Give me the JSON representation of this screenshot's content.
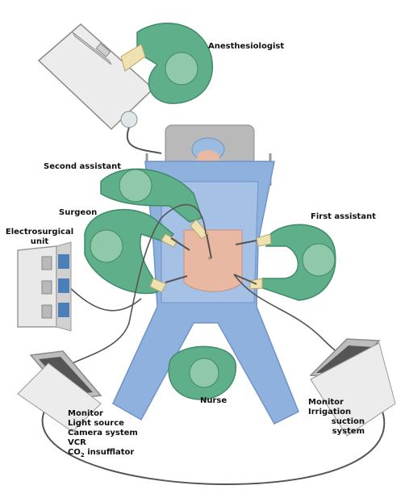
{
  "labels": {
    "anesthesiologist": "Anesthesiologist",
    "second_assistant": "Second assistant",
    "surgeon": "Surgeon",
    "first_assistant": "First assistant",
    "electrosurgical_1": "Electrosurgical",
    "electrosurgical_2": "unit",
    "nurse": "Nurse",
    "left_monitor": {
      "line1": "Monitor",
      "line2": "Light source",
      "line3": "Camera system",
      "line4": "VCR",
      "co2_prefix": "CO",
      "co2_sub": "2",
      "co2_suffix": " insufflator"
    },
    "right_monitor": {
      "line1": "Monitor",
      "line2": "Irrigation",
      "line3": "suction",
      "line4": "system"
    }
  },
  "colors": {
    "gown_green": "#5fb08a",
    "gown_dark": "#3f8a68",
    "drape_blue": "#8fb1de",
    "drape_dark": "#6f93c6",
    "skin": "#e8b8a3",
    "skin_dark": "#c98f7c",
    "equipment": "#e9e9e9",
    "equipment_edge": "#9a9a9a",
    "cable": "#555555"
  }
}
